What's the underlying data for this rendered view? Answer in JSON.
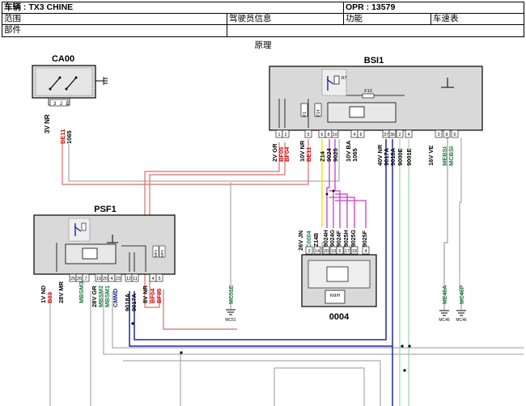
{
  "header": {
    "vehicle_label": "车辆 :",
    "vehicle_value": "TX3 CHINE",
    "opr_label": "OPR :",
    "opr_value": "13579",
    "scope_label": "范围",
    "scope_value": "驾驶员信息",
    "function_label": "功能",
    "function_value": "车速表",
    "part_label": "部件",
    "subtitle": "原理"
  },
  "components": {
    "ca00": {
      "name": "CA00",
      "pins": [
        "3",
        "2",
        "1"
      ],
      "wire_label": "3V NR",
      "wires": [
        {
          "code": "BE11",
          "color": "red"
        },
        {
          "code": "1065",
          "color": "black"
        }
      ]
    },
    "bsi1": {
      "name": "BSI1",
      "fuses": [
        "F1",
        "F14",
        "F13",
        "R7"
      ],
      "groups": [
        {
          "label": "2V GR",
          "pins": [
            "1",
            "2"
          ],
          "wires": [
            {
              "code": "BF05",
              "color": "red"
            },
            {
              "code": "BF04",
              "color": "red"
            }
          ]
        },
        {
          "label": "10V NR",
          "pins": [
            "5"
          ],
          "wires": [
            {
              "code": "BE11",
              "color": "red"
            }
          ]
        },
        {
          "label": "",
          "pins": [
            "6",
            "8",
            "10"
          ],
          "wires": [
            {
              "code": "Z14",
              "color": "black"
            },
            {
              "code": "9024",
              "color": "black"
            },
            {
              "code": "9025",
              "color": "black"
            }
          ]
        },
        {
          "label": "10V BA",
          "pins": [
            "4",
            "6"
          ],
          "wires": [
            {
              "code": "1065",
              "color": "black"
            }
          ]
        },
        {
          "label": "40V NR",
          "pins": [
            "37",
            "36",
            "2",
            "4"
          ],
          "wires": [
            {
              "code": "9017A",
              "color": "black"
            },
            {
              "code": "9018A",
              "color": "black"
            },
            {
              "code": "9000E",
              "color": "black"
            },
            {
              "code": "9001E",
              "color": "black"
            }
          ]
        },
        {
          "label": "16V VE",
          "pins": [
            "3",
            "8",
            "6"
          ],
          "wires": [
            {
              "code": "MEBSI",
              "color": "green"
            },
            {
              "code": "MCBSI",
              "color": "green"
            }
          ]
        }
      ]
    },
    "psf1": {
      "name": "PSF1",
      "fuses": [
        "MF4",
        "MF5"
      ],
      "groups": [
        {
          "label": "1V ND",
          "pins": [],
          "wires": [
            {
              "code": "B03",
              "color": "red"
            }
          ]
        },
        {
          "label": "28V MR",
          "pins": [
            "25",
            "26"
          ],
          "wires": [
            {
              "code": "MBSM3",
              "color": "green"
            }
          ]
        },
        {
          "label": "28V GR",
          "pins": [
            "7",
            "19",
            "20",
            "4",
            "23"
          ],
          "wires": [
            {
              "code": "MBSM2",
              "color": "green"
            },
            {
              "code": "MBSM1",
              "color": "green"
            },
            {
              "code": "CMMD",
              "color": "blue"
            }
          ]
        },
        {
          "label": "",
          "pins": [
            "12",
            "11"
          ],
          "wires": [
            {
              "code": "9018A",
              "color": "black"
            },
            {
              "code": "9017A",
              "color": "black"
            }
          ]
        },
        {
          "label": "8V NR",
          "pins": [
            "4",
            "5"
          ],
          "wires": [
            {
              "code": "BF04",
              "color": "red"
            },
            {
              "code": "BF05",
              "color": "red"
            }
          ]
        }
      ]
    },
    "c0004": {
      "name": "0004",
      "label": "26V JN",
      "pins": [
        "3",
        "14",
        "20",
        "19",
        "6",
        "17",
        "18",
        "4"
      ],
      "wires": [
        {
          "code": "MC0004",
          "color": "green"
        },
        {
          "code": "Z14B",
          "color": "black"
        },
        {
          "code": "9024H",
          "color": "black"
        },
        {
          "code": "9024G",
          "color": "black"
        },
        {
          "code": "9024F",
          "color": "black"
        },
        {
          "code": "9025H",
          "color": "black"
        },
        {
          "code": "9025G",
          "color": "black"
        },
        {
          "code": "9025F",
          "color": "black"
        }
      ],
      "display_text": "KM/H"
    },
    "grounds": [
      {
        "code": "MC51E",
        "point": "MC51"
      },
      {
        "code": "ME46A",
        "point": "MC46"
      },
      {
        "code": "MC46P",
        "point": "MC46"
      }
    ]
  },
  "colors": {
    "wire_red": "#e06a6a",
    "wire_yellow": "#e8e200",
    "wire_magenta": "#cc3bbf",
    "wire_blue": "#1b2a9a",
    "wire_green": "#1e7a3e",
    "wire_gray": "#9a9a9a",
    "text_red": "#d40000",
    "text_green": "#1e7a3e",
    "text_blue": "#1b2a9a"
  }
}
